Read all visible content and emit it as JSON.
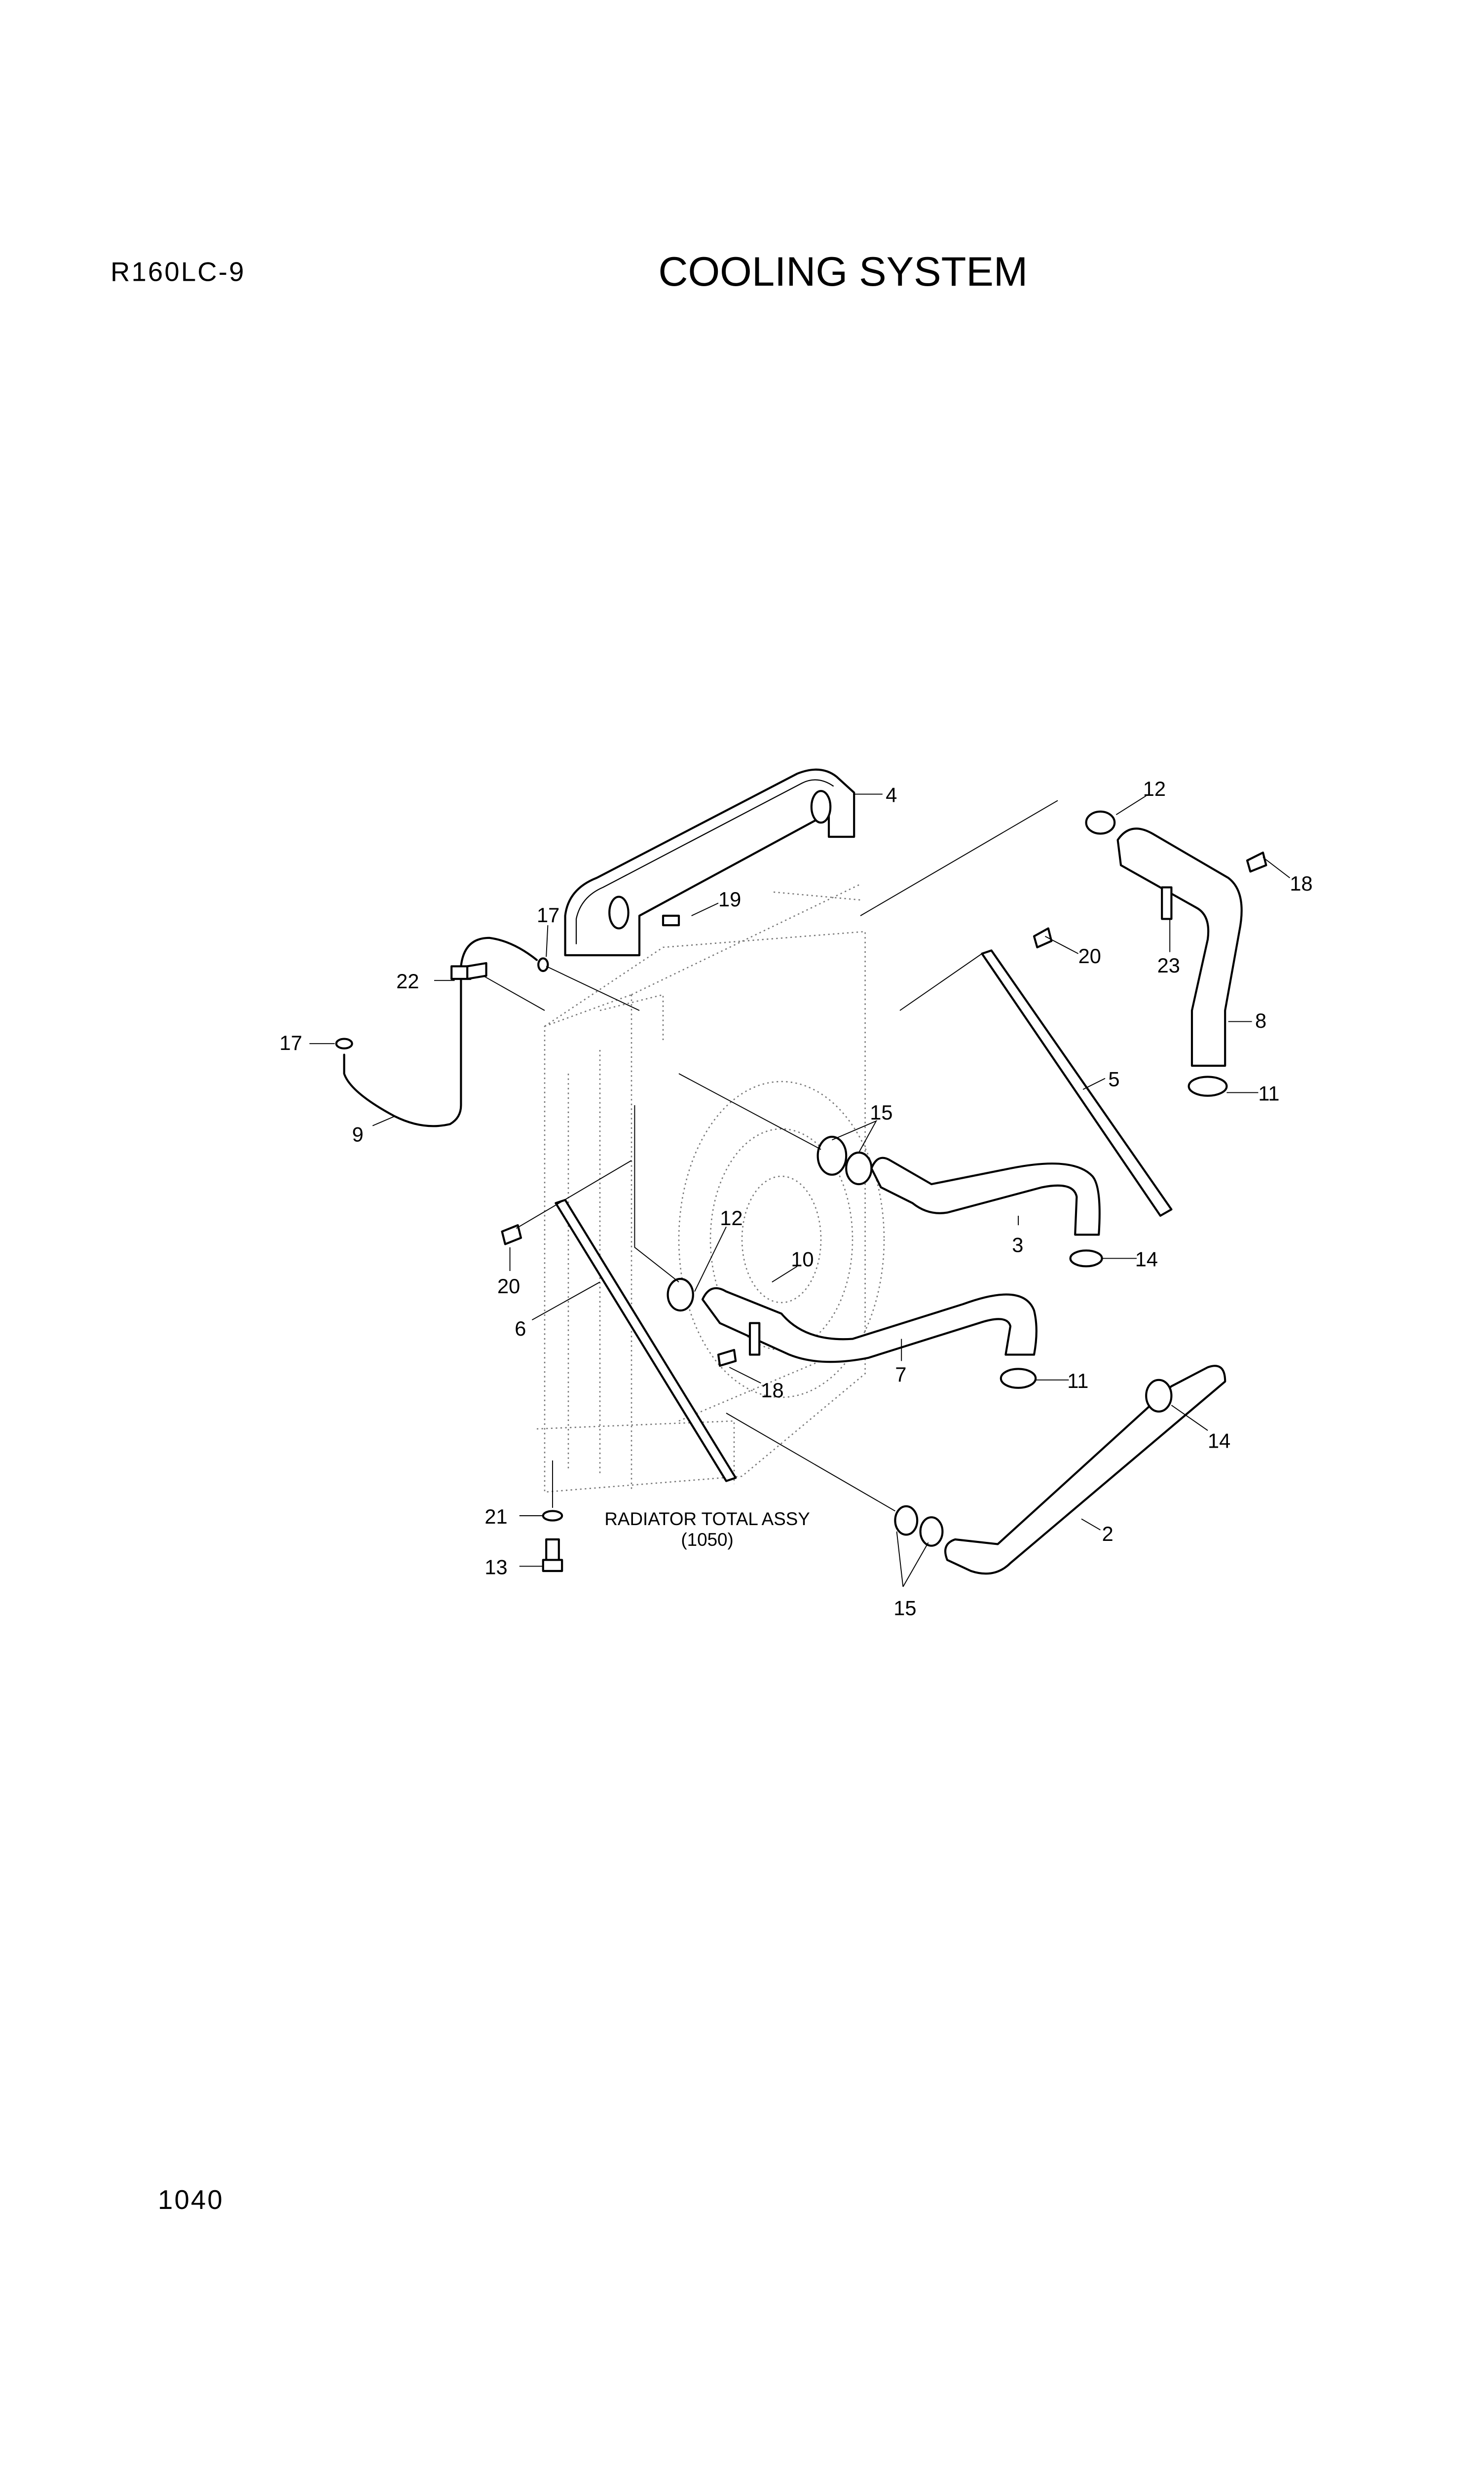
{
  "header": {
    "model": "R160LC-9",
    "title": "COOLING SYSTEM"
  },
  "footer": {
    "page_number": "1040"
  },
  "diagram": {
    "assembly_label": "RADIATOR TOTAL ASSY",
    "assembly_ref": "(1050)",
    "callouts": [
      {
        "id": "c4",
        "label": "4",
        "part": "shroud"
      },
      {
        "id": "c12a",
        "label": "12",
        "part": "clamp"
      },
      {
        "id": "c18a",
        "label": "18",
        "part": "bolt"
      },
      {
        "id": "c19",
        "label": "19",
        "part": "bolt"
      },
      {
        "id": "c17a",
        "label": "17",
        "part": "clip"
      },
      {
        "id": "c20a",
        "label": "20",
        "part": "bolt"
      },
      {
        "id": "c22",
        "label": "22",
        "part": "clamp"
      },
      {
        "id": "c23",
        "label": "23",
        "part": "bracket"
      },
      {
        "id": "c8",
        "label": "8",
        "part": "hose"
      },
      {
        "id": "c17b",
        "label": "17",
        "part": "clip"
      },
      {
        "id": "c5",
        "label": "5",
        "part": "rod"
      },
      {
        "id": "c11a",
        "label": "11",
        "part": "clamp"
      },
      {
        "id": "c9",
        "label": "9",
        "part": "pipe"
      },
      {
        "id": "c15a",
        "label": "15",
        "part": "clamp"
      },
      {
        "id": "c12b",
        "label": "12",
        "part": "clamp"
      },
      {
        "id": "c3",
        "label": "3",
        "part": "hose"
      },
      {
        "id": "c14a",
        "label": "14",
        "part": "clamp"
      },
      {
        "id": "c10",
        "label": "10",
        "part": "pipe"
      },
      {
        "id": "c20b",
        "label": "20",
        "part": "bolt"
      },
      {
        "id": "c6",
        "label": "6",
        "part": "rod"
      },
      {
        "id": "c7",
        "label": "7",
        "part": "hose"
      },
      {
        "id": "c11b",
        "label": "11",
        "part": "clamp"
      },
      {
        "id": "c18b",
        "label": "18",
        "part": "bolt"
      },
      {
        "id": "c14b",
        "label": "14",
        "part": "clamp"
      },
      {
        "id": "c2",
        "label": "2",
        "part": "hose"
      },
      {
        "id": "c21",
        "label": "21",
        "part": "washer"
      },
      {
        "id": "c13",
        "label": "13",
        "part": "bolt"
      },
      {
        "id": "c15b",
        "label": "15",
        "part": "clamp"
      }
    ]
  }
}
